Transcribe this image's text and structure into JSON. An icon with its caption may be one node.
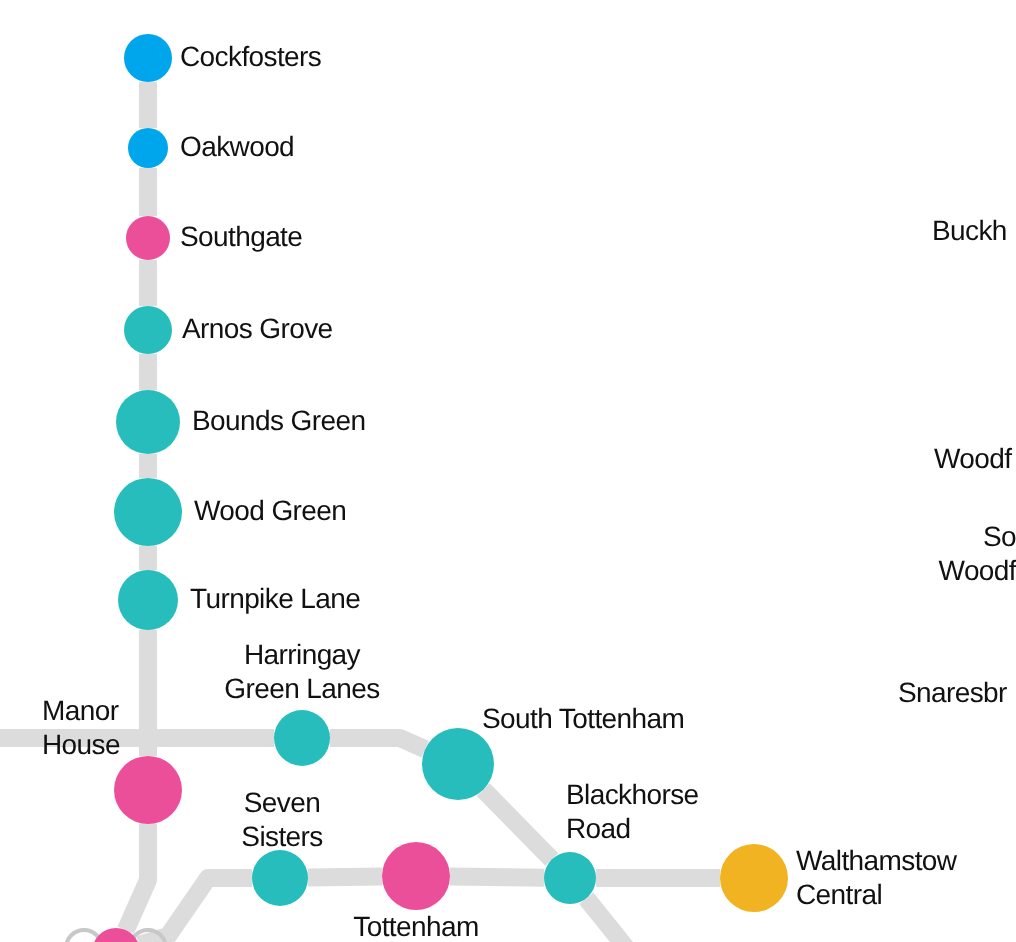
{
  "diagram": {
    "nodes": [
      {
        "text": [
          "Cockfosters"
        ]
      },
      {
        "text": [
          "Oakwood"
        ]
      },
      {
        "text": [
          "Southgate"
        ]
      },
      {
        "text": [
          "Arnos Grove"
        ]
      },
      {
        "text": [
          "Bounds Green"
        ]
      },
      {
        "text": [
          "Wood Green"
        ]
      },
      {
        "text": [
          "Turnpike Lane"
        ]
      },
      {
        "text": [
          "Manor House"
        ]
      },
      {
        "text": [
          "Harringay Green Lanes"
        ]
      },
      {
        "text": [
          "South Tottenham"
        ]
      },
      {
        "text": [
          "Seven Sisters"
        ]
      },
      {
        "text": [
          "Tottenham"
        ]
      },
      {
        "text": [
          "Blackhorse Road"
        ]
      },
      {
        "text": [
          "Walthamstow Central"
        ]
      },
      {
        "text": [],
        "shape": "circle"
      }
    ],
    "edges": [
      {
        "from": 0,
        "to": 1,
        "arrow": "none"
      },
      {
        "from": 1,
        "to": 2,
        "arrow": "none"
      },
      {
        "from": 2,
        "to": 3,
        "arrow": "none"
      },
      {
        "from": 3,
        "to": 4,
        "arrow": "none"
      },
      {
        "from": 4,
        "to": 5,
        "arrow": "none"
      },
      {
        "from": 5,
        "to": 6,
        "arrow": "none"
      },
      {
        "from": 6,
        "to": 7,
        "arrow": "none"
      },
      {
        "from": null,
        "to": 8,
        "arrow": "none"
      },
      {
        "from": 8,
        "to": 9,
        "arrow": "none"
      },
      {
        "from": 9,
        "to": 12,
        "arrow": "none"
      },
      {
        "from": 12,
        "to": null,
        "arrow": "none"
      },
      {
        "from": 10,
        "to": 11,
        "arrow": "none"
      },
      {
        "from": 11,
        "to": 12,
        "arrow": "none"
      },
      {
        "from": 12,
        "to": 13,
        "arrow": "none"
      },
      {
        "from": 14,
        "to": 10,
        "arrow": "none"
      },
      {
        "from": 7,
        "to": 14,
        "arrow": "none"
      }
    ],
    "labels": [
      "Buckh",
      "Woodf",
      "So Woodf",
      "Snaresbr"
    ]
  }
}
